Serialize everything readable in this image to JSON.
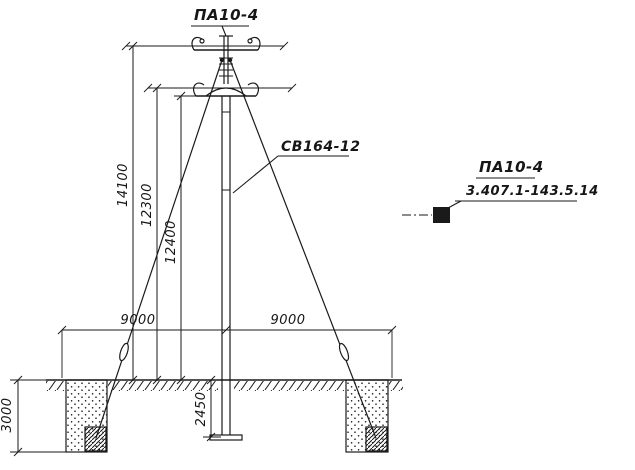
{
  "drawing": {
    "pole_label": "ПА10-4",
    "stand_label": "СВ164-12",
    "dims": {
      "total_height": "14100",
      "upper": "12300",
      "mid": "12400",
      "embed_depth": "2450",
      "guy_offset_left": "9000",
      "guy_offset_right": "9000",
      "anchor_depth": "3000"
    }
  },
  "legend": {
    "name": "ПА10-4",
    "ref": "3.407.1-143.5.14"
  },
  "colors": {
    "ink": "#1a1a1a",
    "paper": "#ffffff"
  }
}
